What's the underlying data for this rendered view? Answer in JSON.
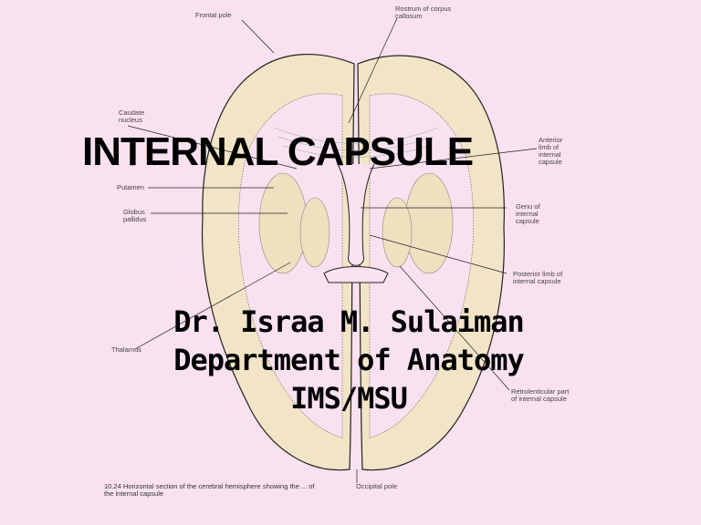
{
  "slide": {
    "title": "INTERNAL CAPSULE",
    "author": "Dr. Israa M. Sulaiman",
    "department": "Department of Anatomy",
    "institution": "IMS/MSU"
  },
  "figure": {
    "labels": {
      "frontal_pole": "Frontal pole",
      "rostrum": "Rostrum of corpus callosum",
      "caudate": "Caudate nucleus",
      "anterior_limb": "Anterior limb of internal capsule",
      "putamen": "Putamen",
      "globus": "Globus pallidus",
      "genu": "Genu of internal capsule",
      "posterior_limb": "Posterior limb of internal capsule",
      "thalamus": "Thalamus",
      "retrolenticular": "Retrolenticular part of internal capsule",
      "occipital_pole": "Occipital pole"
    },
    "caption": "10.24 Horizontal section of the cerebral hemisphere showing the ... of the internal capsule"
  },
  "colors": {
    "background": "#fbe2f0",
    "brain_tissue": "#f3e6c8",
    "text": "#000000"
  }
}
